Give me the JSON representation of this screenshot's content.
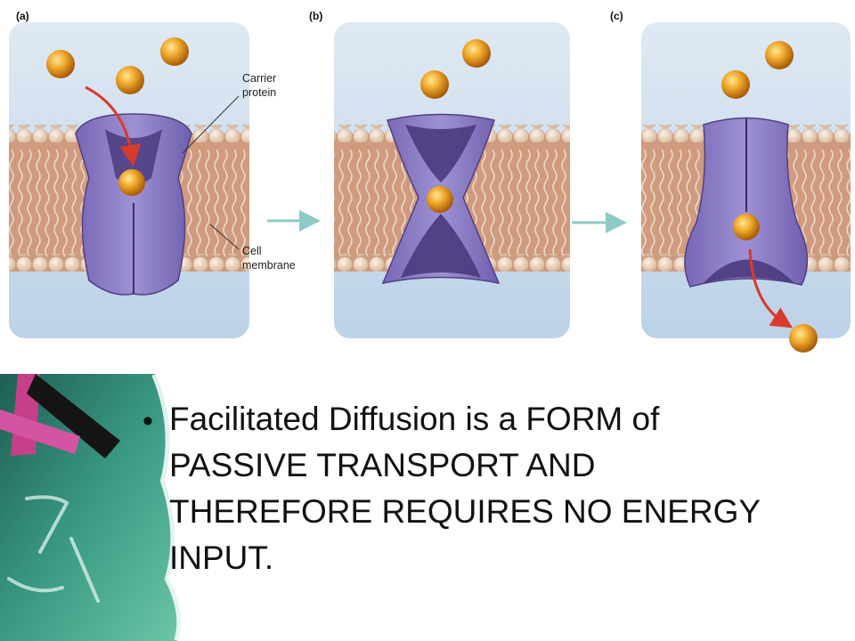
{
  "figure": {
    "panel_labels": [
      "(a)",
      "(b)",
      "(c)"
    ],
    "callouts": {
      "carrier_line1": "Carrier",
      "carrier_line2": "protein",
      "membrane_line1": "Cell",
      "membrane_line2": "membrane"
    },
    "colors": {
      "sky": "#c9d9ea",
      "membrane": "#d7a98d",
      "protein": "#8a7bc2",
      "protein_dark": "#4b3a7e",
      "molecule": "#e39a1a",
      "arrow_red": "#d93b2b",
      "arrow_teal": "#8ecbc6"
    }
  },
  "bullet": {
    "text": "Facilitated Diffusion is a FORM of PASSIVE TRANSPORT AND THEREFORE REQUIRES NO ENERGY INPUT."
  },
  "decoration": {
    "icons": [
      "chalk-stick-icon",
      "chalkboard-scribble-icon"
    ]
  }
}
